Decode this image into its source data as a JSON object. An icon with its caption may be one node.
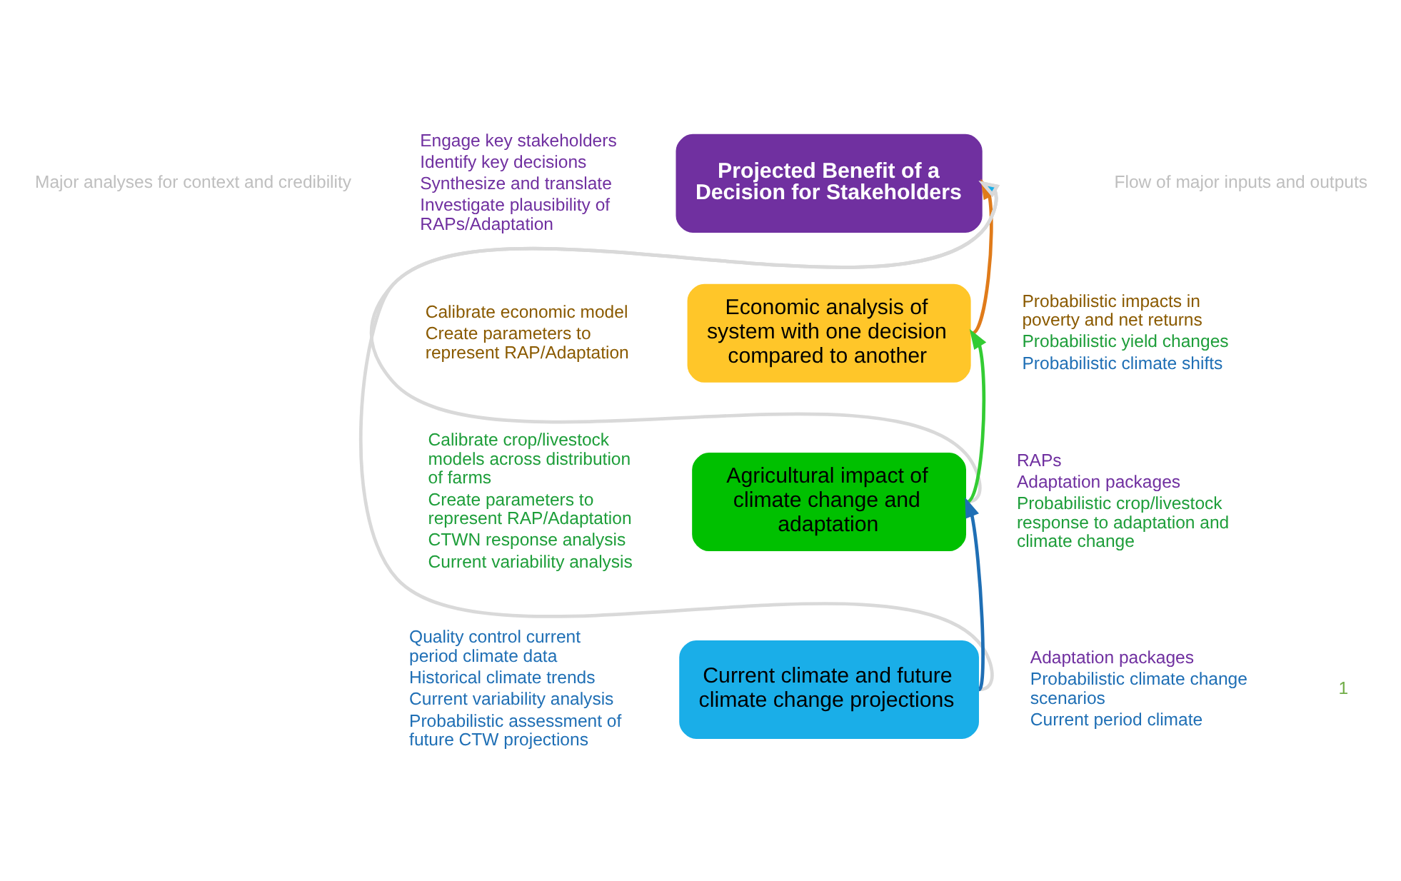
{
  "diagram": {
    "nodes": [
      {
        "text": [
          "Projected Benefit of a Decision for Stakeholders"
        ]
      },
      {
        "text": [
          "Economic analysis of system with one decision compared to another"
        ]
      },
      {
        "text": [
          "Agricultural impact of climate change and adaptation"
        ]
      },
      {
        "text": [
          "Current climate and future climate change projections"
        ]
      }
    ],
    "edges": [
      {
        "from": 1,
        "to": 0,
        "arrow": "to",
        "color": "#e07b1a"
      },
      {
        "from": 2,
        "to": 1,
        "arrow": "to",
        "color": "#33cc33"
      },
      {
        "from": 3,
        "to": 2,
        "arrow": "to",
        "color": "#1f6fb5"
      },
      {
        "from": 3,
        "to": 0,
        "arrow": "to",
        "color": "#d9d9d9"
      },
      {
        "from": 2,
        "to": 0,
        "arrow": "to",
        "color": "#d9d9d9"
      }
    ],
    "labels": [
      "Engage key stakeholders",
      "Identify key decisions",
      "Synthesize and translate",
      "Investigate plausibility of RAPs/Adaptation",
      "Probabilistic impacts in poverty and net returns",
      "Probabilistic yield changes",
      "Probabilistic climate shifts",
      "Calibrate economic model",
      "Create parameters to represent RAP/Adaptation",
      "RAPs",
      "Adaptation packages",
      "Probabilistic crop/livestock response to adaptation and climate change",
      "Calibrate crop/livestock models across distribution of farms",
      "Create parameters to represent RAP/Adaptation",
      "CTWN response analysis",
      "Current variability analysis",
      "Adaptation packages",
      "Probabilistic climate change scenarios",
      "Current period climate",
      "Quality control current period climate data",
      "Historical climate trends",
      "Current variability analysis",
      "Probabilistic assessment of future CTW projections",
      "Major analyses for context and credibility",
      "Flow of major inputs and outputs",
      "1"
    ]
  }
}
